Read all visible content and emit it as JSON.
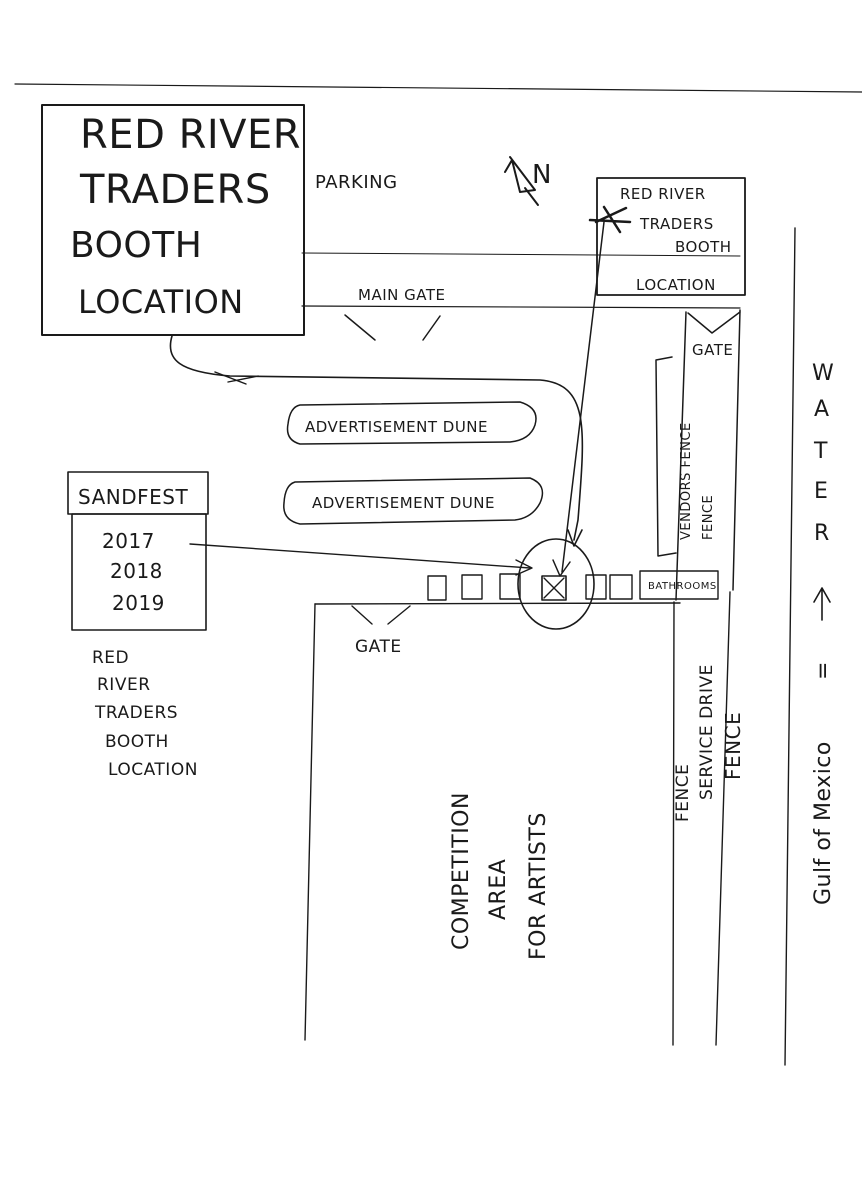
{
  "title_box": {
    "line1": "RED RIVER",
    "line2": "TRADERS",
    "line3": "BOOTH",
    "line4": "LOCATION"
  },
  "parking_label": "PARKING",
  "north_label": "N",
  "inset": {
    "line1": "RED RIVER",
    "line2": "TRADERS",
    "line3": "BOOTH",
    "line4": "LOCATION"
  },
  "main_gate_label": "MAIN GATE",
  "gate_east_label": "GATE",
  "advertisement_dune_1": "ADVERTISEMENT DUNE",
  "advertisement_dune_2": "ADVERTISEMENT DUNE",
  "vendors_fence_label": "VENDORS FENCE",
  "sandfest_box": {
    "header": "SANDFEST",
    "years": [
      "2017",
      "2018",
      "2019"
    ]
  },
  "booth_note": {
    "line1": "RED",
    "line2": "RIVER",
    "line3": "TRADERS",
    "line4": "BOOTH",
    "line5": "LOCATION"
  },
  "bathrooms_label": "BATHROOMS",
  "gate_south_label": "GATE",
  "service_drive_label": "SERVICE DRIVE",
  "fence_label_1": "FENCE",
  "fence_label_2": "FENCE",
  "fence_label_3": "FENCE",
  "competition_area": {
    "line1": "COMPETITION",
    "line2": "AREA",
    "line3": "FOR ARTISTS"
  },
  "water_letters": [
    "W",
    "A",
    "T",
    "E",
    "R"
  ],
  "water_equals": "=",
  "gulf_label": "Gulf of Mexico"
}
